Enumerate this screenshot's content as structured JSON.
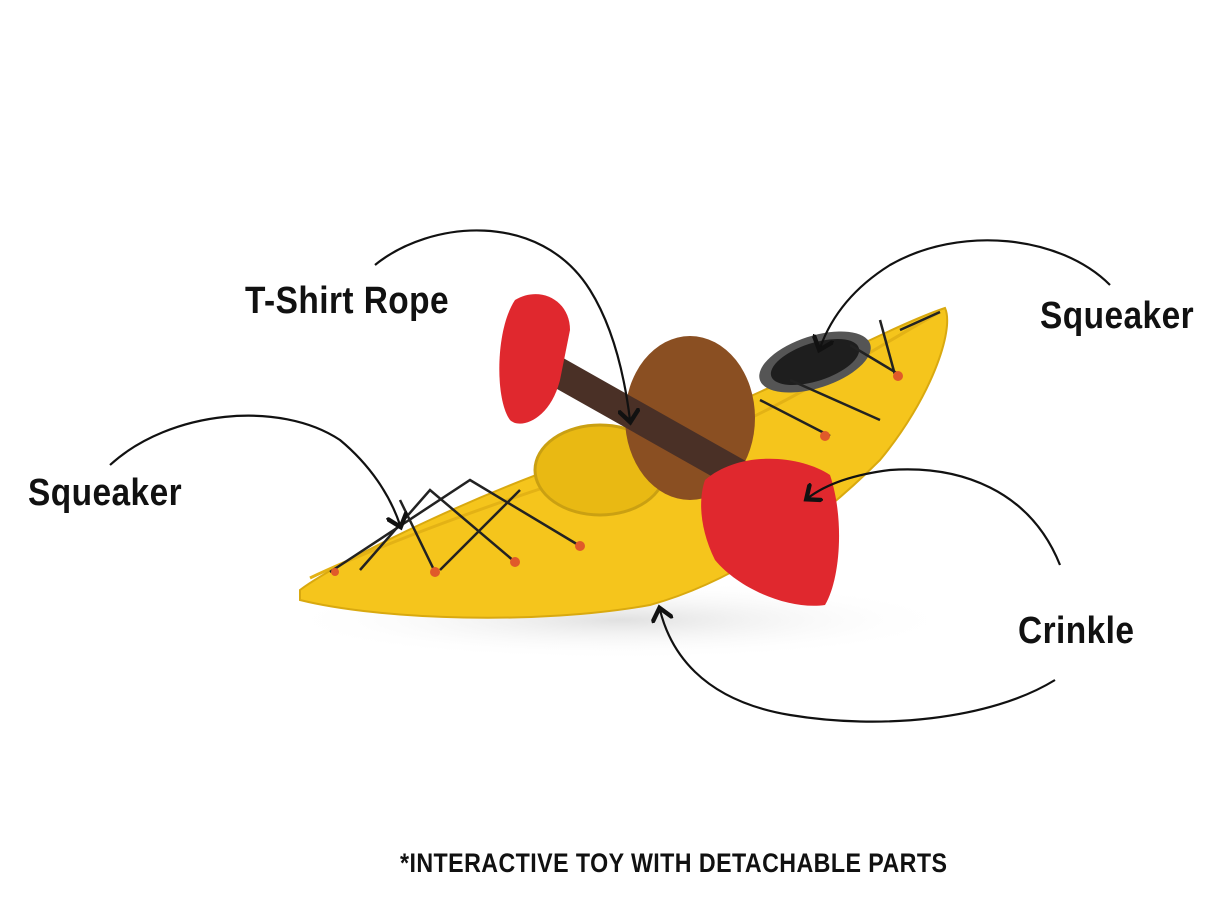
{
  "callouts": {
    "rope": "T-Shirt Rope",
    "squeaker_right": "Squeaker",
    "squeaker_left": "Squeaker",
    "crinkle": "Crinkle"
  },
  "footer_note": "*INTERACTIVE TOY WITH DETACHABLE PARTS",
  "colors": {
    "hull": "#f5c51c",
    "paddle_blade": "#e0282e",
    "shaft": "#4a3026",
    "seat": "#8a4f22",
    "cockpit": "#2a2a2a"
  }
}
